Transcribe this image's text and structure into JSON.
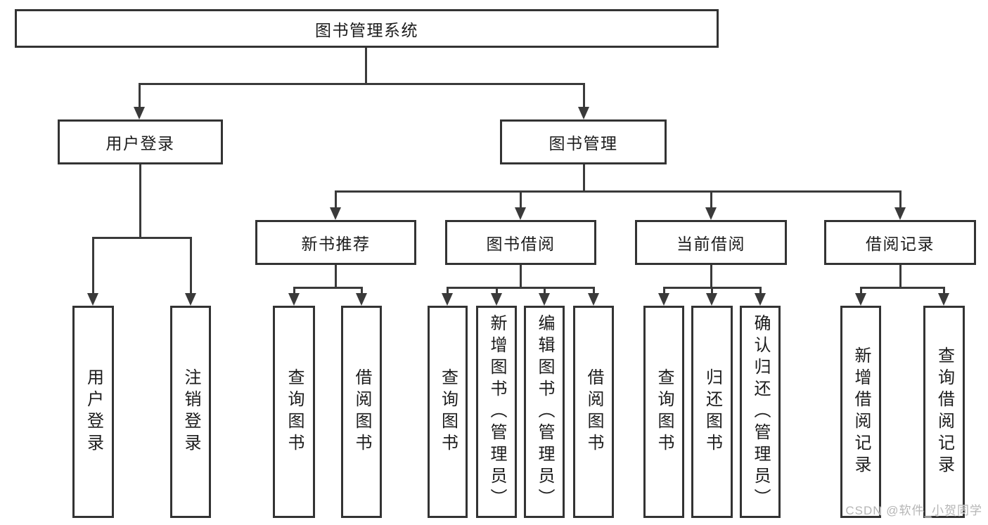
{
  "diagram": {
    "root": "图书管理系统",
    "level2": [
      {
        "label": "用户登录"
      },
      {
        "label": "图书管理"
      }
    ],
    "level3": [
      {
        "label": "新书推荐"
      },
      {
        "label": "图书借阅"
      },
      {
        "label": "当前借阅"
      },
      {
        "label": "借阅记录"
      }
    ],
    "leaves": {
      "user_login": [
        "用户登录",
        "注销登录"
      ],
      "new_book": [
        "查询图书",
        "借阅图书"
      ],
      "book_borrow": [
        "查询图书",
        "新增图书（管理员）",
        "编辑图书（管理员）",
        "借阅图书"
      ],
      "current_borrow": [
        "查询图书",
        "归还图书",
        "确认归还（管理员）"
      ],
      "borrow_record": [
        "新增借阅记录",
        "查询借阅记录"
      ]
    }
  },
  "watermark": {
    "text": "CSDN @软件_小贺同学"
  },
  "colors": {
    "line": "#3a3a3a",
    "box_border": "#333333",
    "text": "#1c1c1c",
    "watermark": "#b5b5b5",
    "background": "#ffffff"
  }
}
